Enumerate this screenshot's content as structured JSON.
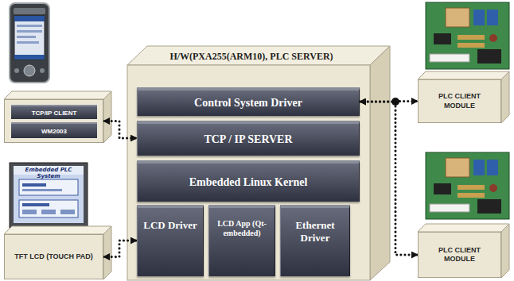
{
  "diagram": {
    "nodes": [
      {
        "text": [
          "TCP/IP CLIENT",
          "WM2003"
        ]
      },
      {
        "text": [
          "H/W(PXA255(ARM10), PLC SERVER)"
        ]
      },
      {
        "text": [
          "Control System Driver"
        ],
        "in": 1
      },
      {
        "text": [
          "TCP / IP SERVER"
        ],
        "in": 1
      },
      {
        "text": [
          "Embedded Linux Kernel"
        ],
        "in": 1
      },
      {
        "text": [
          "LCD Driver"
        ],
        "in": 1
      },
      {
        "text": [
          "LCD App (Qt-embedded)"
        ],
        "in": 1
      },
      {
        "text": [
          "Ethernet Driver"
        ],
        "in": 1
      },
      {
        "text": [
          "TFT LCD (TOUCH PAD)"
        ]
      },
      {
        "text": [
          "PLC CLIENT MODULE"
        ]
      },
      {
        "text": [
          "PLC CLIENT MODULE"
        ]
      }
    ],
    "edges": [
      {
        "from": 0,
        "to": 3,
        "arrow": "both"
      },
      {
        "from": 8,
        "to": 5,
        "arrow": "both"
      },
      {
        "from": 2,
        "to": 9,
        "arrow": "both"
      },
      {
        "from": 2,
        "to": 10,
        "arrow": "both"
      }
    ],
    "labels": [
      "Embedded PLC System"
    ]
  }
}
